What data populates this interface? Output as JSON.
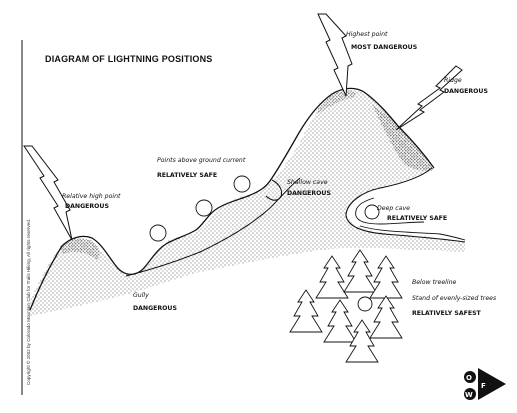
{
  "title": "DIAGRAM OF LIGHTNING POSITIONS",
  "copyright": "Copyright © 2002 by Colorado Mountain Club for Trails Hiking, All rights reserved.",
  "labels": {
    "highest_point": "Highest point",
    "most_dangerous": "MOST DANGEROUS",
    "ridge": "Ridge",
    "ridge_danger": "DANGEROUS",
    "points_above_ground_current": "Points above ground current",
    "relatively_safe": "RELATIVELY SAFE",
    "relative_high_point": "Relative high point",
    "relative_high_danger": "DANGEROUS",
    "shallow_cave": "Shallow cave",
    "shallow_cave_danger": "DANGEROUS",
    "deep_cave": "Deep cave",
    "deep_cave_safe": "RELATIVELY SAFE",
    "gully": "Gully",
    "gully_danger": "DANGEROUS",
    "below_treeline": "Below treeline",
    "stand_of_trees": "Stand of evenly-sized trees",
    "relatively_safest": "RELATIVELY SAFEST"
  },
  "logo": {
    "letters": [
      "O",
      "F",
      "W"
    ]
  }
}
